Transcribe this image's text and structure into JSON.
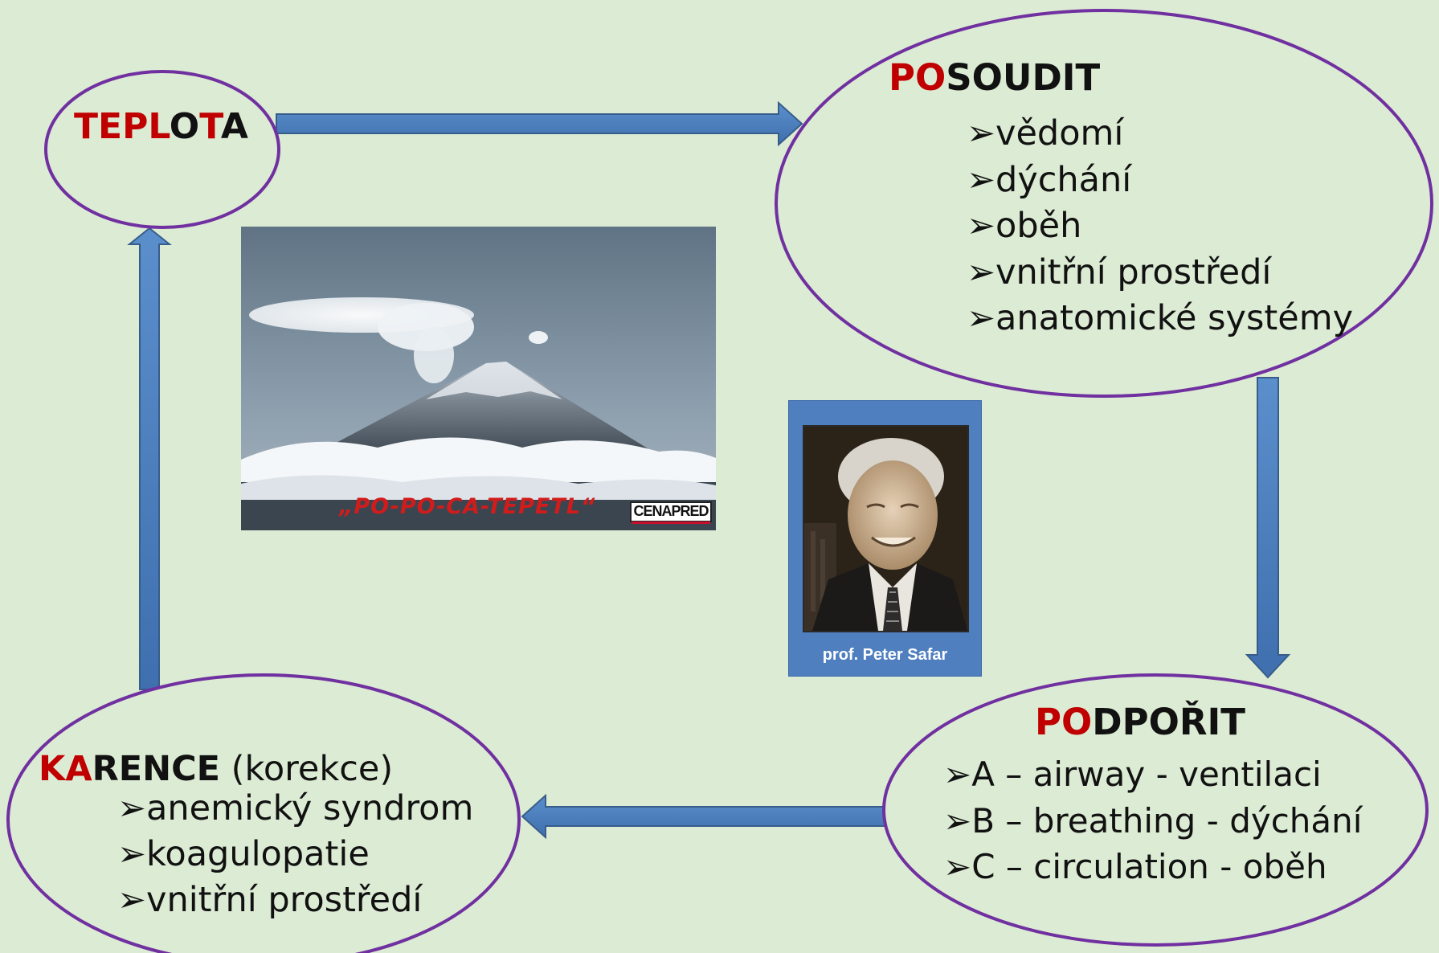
{
  "nodes": {
    "teplota": {
      "title_red_1": "TEPL",
      "title_black_1": "O",
      "title_red_2": "T",
      "title_black_2": "A"
    },
    "posoudit": {
      "title_red": "PO",
      "title_black": "SOUDIT",
      "items": [
        "vědomí",
        "dýchání",
        "oběh",
        "vnitřní prostředí",
        "anatomické systémy"
      ]
    },
    "podporit": {
      "title_red": "PO",
      "title_black": "DPOŘIT",
      "items": [
        "A – airway - ventilaci",
        "B – breathing - dýchání",
        "C – circulation - oběh"
      ]
    },
    "karence": {
      "title_red": "KA",
      "title_black": "RENCE",
      "title_suffix": " (korekce)",
      "items": [
        "anemický syndrom",
        "koagulopatie",
        "vnitřní prostředí"
      ]
    }
  },
  "bullet_marker": "➢",
  "images": {
    "volcano": {
      "caption": "„PO-PO-CA-TEPETL“",
      "logo": "CENAPRED"
    },
    "portrait": {
      "caption": "prof. Peter Safar"
    }
  },
  "colors": {
    "background": "#dcebd4",
    "ellipse_stroke": "#7030a0",
    "arrow_fill": "#4f81bd",
    "arrow_stroke": "#385d8a",
    "accent_red": "#c00000"
  }
}
